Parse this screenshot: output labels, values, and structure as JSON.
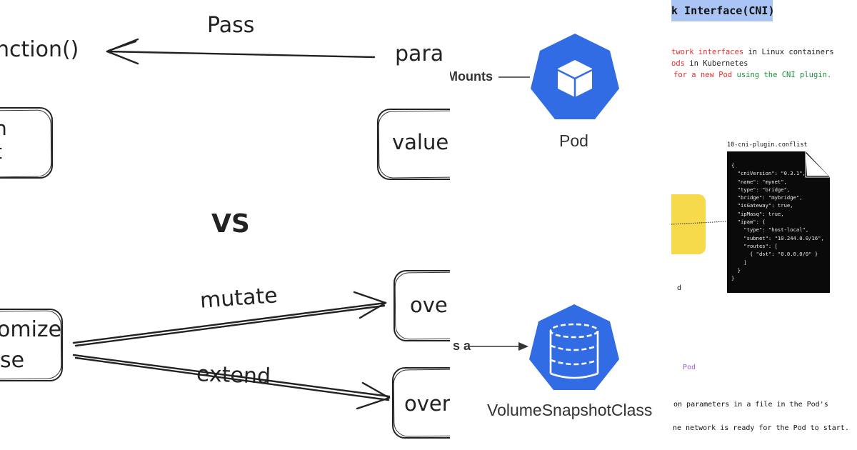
{
  "left_panel": {
    "pass_label": "Pass",
    "function_text": "nction()",
    "param_text": "para",
    "box_top_left_text": [
      "n",
      "t"
    ],
    "value_text": "value",
    "vs_label": "VS",
    "mutate_label": "mutate",
    "extend_label": "extend",
    "customize_lines": [
      "omize",
      "se"
    ],
    "over_top": "ove",
    "over_bottom": "over"
  },
  "middle_panel": {
    "mounts_label": "Mounts",
    "pod_label": "Pod",
    "is_a_label": "s a",
    "volume_snapshot_class_label": "VolumeSnapshotClass",
    "colors": {
      "k8s_blue": "#326ce5",
      "icon_white": "#ffffff"
    },
    "icons": [
      "pod-cube-icon",
      "database-icon"
    ]
  },
  "right_panel": {
    "title": "k Interface(CNI)",
    "lines": [
      {
        "parts": [
          {
            "text": "twork interfaces",
            "color": "red"
          },
          {
            "text": " in ",
            "color": "dark"
          },
          {
            "text": "Linux containers",
            "color": "dark"
          }
        ]
      },
      {
        "parts": [
          {
            "text": "ods",
            "color": "red"
          },
          {
            "text": " in ",
            "color": "dark"
          },
          {
            "text": "Kubernetes",
            "color": "dark"
          }
        ]
      },
      {
        "parts": [
          {
            "text": "for a new ",
            "color": "red"
          },
          {
            "text": "Pod",
            "color": "red"
          },
          {
            "text": " using the ",
            "color": "green"
          },
          {
            "text": "CNI plugin.",
            "color": "green"
          }
        ]
      }
    ],
    "file_name": "10-cni-plugin.conflist",
    "code": [
      "{",
      "  \"cniVersion\": \"0.3.1\",",
      "  \"name\": \"mynet\",",
      "  \"type\": \"bridge\",",
      "  \"bridge\": \"mybridge\",",
      "  \"isGateway\": true,",
      "  \"ipMasq\": true,",
      "  \"ipam\": {",
      "    \"type\": \"host-local\",",
      "    \"subnet\": \"10.244.0.0/16\",",
      "    \"routes\": [",
      "      { \"dst\": \"0.0.0.0/0\" }",
      "    ]",
      "  }",
      "}"
    ],
    "fragment_d": "d",
    "fragment_pod": "Pod",
    "bottom_line_1": "on parameters in a file in the Pod's",
    "bottom_line_2": "ne network is ready for the Pod to start.",
    "colors": {
      "title_bg": "#a9c4f5",
      "yellow_box": "#f7d94c",
      "red": "#e03030",
      "green": "#1a8f3a",
      "purple": "#9a5de0"
    }
  }
}
